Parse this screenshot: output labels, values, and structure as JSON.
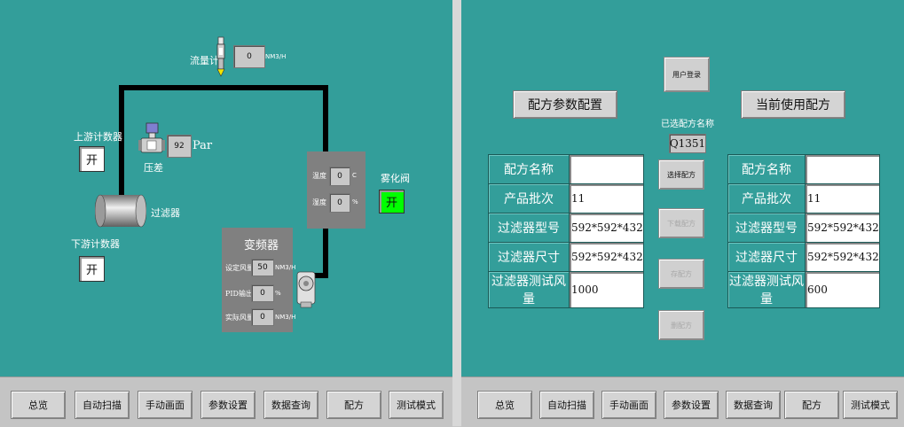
{
  "left": {
    "flowmeter": {
      "label": "流量计",
      "value": "0",
      "unit": "NM3/H"
    },
    "pressure": {
      "value": "92",
      "unit": "Par",
      "label": "压差"
    },
    "upstream_counter": {
      "label": "上游计数器",
      "button": "开"
    },
    "downstream_counter": {
      "label": "下游计数器",
      "button": "开"
    },
    "filter": {
      "label": "过滤器"
    },
    "temp_hum": {
      "temp_label": "温度",
      "temp_value": "0",
      "temp_unit": "C",
      "hum_label": "湿度",
      "hum_value": "0",
      "hum_unit": "%"
    },
    "atomizer": {
      "label": "雾化阀",
      "button": "开",
      "color": "#00ff00"
    },
    "vfd": {
      "title": "变频器",
      "rows": [
        {
          "label": "设定风量",
          "value": "50",
          "unit": "NM3/H"
        },
        {
          "label": "PID输出",
          "value": "0",
          "unit": "%"
        },
        {
          "label": "实际风量",
          "value": "0",
          "unit": "NM3/H"
        }
      ]
    }
  },
  "right": {
    "recipe_config_button": "配方参数配置",
    "current_recipe_button": "当前使用配方",
    "user_login": "用户登录",
    "selected_label": "已选配方名称",
    "selected_value": "Q1351",
    "actions": {
      "select": "选择配方",
      "download": "下载配方",
      "save": "存配方",
      "delete": "删配方"
    },
    "config_table": [
      {
        "key": "配方名称",
        "value": ""
      },
      {
        "key": "产品批次",
        "value": "11"
      },
      {
        "key": "过滤器型号",
        "value": "592*592*432"
      },
      {
        "key": "过滤器尺寸",
        "value": "592*592*432"
      },
      {
        "key": "过滤器测试风量",
        "value": "1000"
      }
    ],
    "current_table": [
      {
        "key": "配方名称",
        "value": ""
      },
      {
        "key": "产品批次",
        "value": "11"
      },
      {
        "key": "过滤器型号",
        "value": "592*592*432"
      },
      {
        "key": "过滤器尺寸",
        "value": "592*592*432"
      },
      {
        "key": "过滤器测试风量",
        "value": "600"
      }
    ]
  },
  "nav": [
    "总览",
    "自动扫描",
    "手动画面",
    "参数设置",
    "数据查询",
    "配方",
    "测试模式"
  ],
  "colors": {
    "background": "#339e9a",
    "pipe": "#000000",
    "panel_grey": "#808080"
  }
}
